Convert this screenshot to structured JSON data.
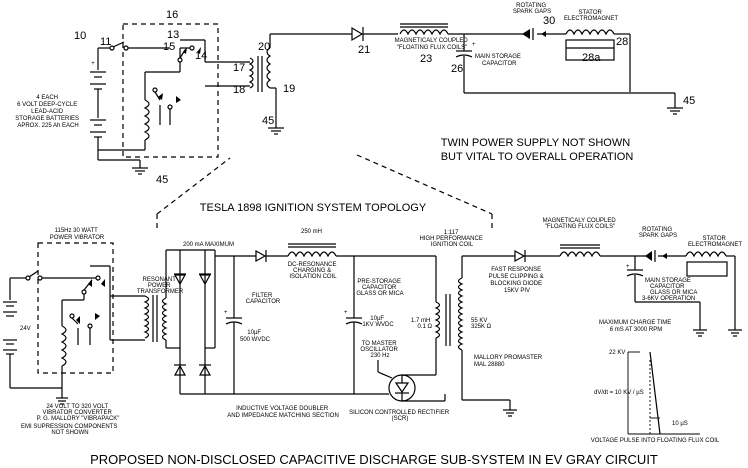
{
  "top": {
    "numbers": {
      "n10": "10",
      "n11": "11",
      "n13": "13",
      "n14": "14",
      "n15": "15",
      "n16": "16",
      "n17": "17",
      "n18": "18",
      "n19": "19",
      "n20": "20",
      "n21": "21",
      "n23": "23",
      "n26": "26",
      "n28": "28",
      "n28a": "28a",
      "n30": "30",
      "n45a": "45",
      "n45b": "45",
      "n45c": "45"
    },
    "battery_label": [
      "4 EACH",
      "6 VOLT DEEP-CYCLE",
      "LEAD-ACID",
      "STORAGE BATTERIES",
      "APROX. 225 Ah EACH"
    ],
    "coils_label": [
      "MAGNETICALY COUPLED",
      "\"FLOATING FLUX COILS\""
    ],
    "capacitor_label": "MAIN STORAGE",
    "capacitor_label2": "CAPACITOR",
    "spark_label": [
      "ROTATING",
      "SPARK GAPS"
    ],
    "stator_label": [
      "STATOR",
      "ELECTROMAGNET"
    ],
    "plus": "+",
    "twin_note": [
      "TWIN POWER SUPPLY NOT SHOWN",
      "BUT VITAL TO OVERALL OPERATION"
    ]
  },
  "section_title": "TESLA 1898 IGNITION SYSTEM TOPOLOGY",
  "bottom": {
    "vibrator_label": [
      "115Hz 30 WATT",
      "POWER VIBRATOR"
    ],
    "v24": "24V",
    "converter_label": [
      "24 VOLT TO 320 VOLT",
      "VIBRATOR CONVERTER",
      "P. G. MALLORY \"VIBRAPACK\""
    ],
    "emi_label": [
      "EMI SUPRESSION COMPONENTS",
      "NOT SHOWN"
    ],
    "resonant_label": [
      "RESONANT",
      "POWER",
      "TRANSFORMER"
    ],
    "ma200": "200 mA MAXIMUM",
    "mh250": "250 mH",
    "dc_res_label": [
      "DC-RESONANCE",
      "CHARGING &",
      "ISOLATION COIL"
    ],
    "filter_label": [
      "FILTER",
      "CAPACITOR"
    ],
    "filter_value": [
      "10µF",
      "500 WVDC"
    ],
    "prestorage_label": [
      "PRE-STORAGE",
      "CAPACITOR",
      "GLASS OR MICA"
    ],
    "prestorage_value": [
      "10µF",
      "1KV WVDC"
    ],
    "oscillator_label": [
      "TO MASTER",
      "OSCILLATOR",
      "230 Hz"
    ],
    "doubler_label": [
      "INDUCTIVE VOLTAGE DOUBLER",
      "AND IMPEDANCE MATCHING SECTION"
    ],
    "scr_label": [
      "SILICON CONTROLLED RECTIFIER",
      "(SCR)"
    ],
    "ratio_label": [
      "1:117",
      "HIGH PERFORMANCE",
      "IGNITION COIL"
    ],
    "primary_value": [
      "1.7 mH",
      "0.1 Ω"
    ],
    "secondary_value": [
      "55 KV",
      "325K Ω"
    ],
    "mallory_label": [
      "MALLORY PROMASTER",
      "MAL 28880"
    ],
    "fast_label": [
      "FAST RESPONSE",
      "PULSE CLIPPING &",
      "BLOCKING DIODE",
      "15KV PIV"
    ],
    "coils_label": [
      "MAGNETICALY COUPLED",
      "\"FLOATING FLUX COILS\""
    ],
    "spark_label": [
      "ROTATING",
      "SPARK GAPS"
    ],
    "stator_label": [
      "STATOR",
      "ELECTROMAGNET"
    ],
    "main_cap_label": [
      "MAIN STORAGE",
      "CAPACITOR",
      "GLASS OR MICA",
      "3-6KV OPERATION"
    ],
    "charge_time": [
      "MAXIMUM CHARGE TIME",
      "6 mS AT 3000 RPM"
    ],
    "kv22": "22 KV",
    "dvdt": "dV/dt = 10 KV / µS",
    "us10": "10 µS",
    "pulse_caption": "VOLTAGE PULSE INTO FLOATING FLUX COIL",
    "plus": "+"
  },
  "footer": "PROPOSED NON-DISCLOSED CAPACITIVE DISCHARGE SUB-SYSTEM IN EV GRAY CIRCUIT"
}
